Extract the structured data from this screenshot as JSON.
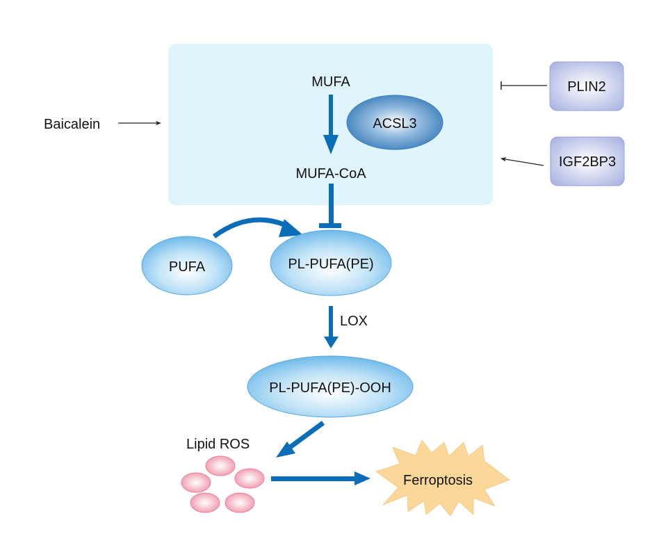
{
  "diagram": {
    "type": "pathway",
    "colors": {
      "membrane_box": "#dff3fb",
      "arrow_blue": "#0a6db8",
      "ellipse_light": "#6fb9e9",
      "ellipse_dark": "#2f74b3",
      "regulator_box": "#b3bde6",
      "ros": "#ef93a6",
      "ferroptosis": "#fbd79a"
    },
    "nodes": {
      "mufa": "MUFA",
      "acsl3": "ACSL3",
      "mufa_coa": "MUFA-CoA",
      "baicalein": "Baicalein",
      "plin2": "PLIN2",
      "igf2bp3": "IGF2BP3",
      "pufa": "PUFA",
      "pl_pufa_pe": "PL-PUFA(PE)",
      "lox": "LOX",
      "pl_pufa_pe_ooh": "PL-PUFA(PE)-OOH",
      "lipid_ros": "Lipid ROS",
      "ferroptosis": "Ferroptosis"
    },
    "edges": [
      {
        "from": "MUFA",
        "to": "MUFA-CoA",
        "type": "activation",
        "mediator": "ACSL3"
      },
      {
        "from": "MUFA-CoA",
        "to": "PL-PUFA(PE)",
        "type": "inhibition"
      },
      {
        "from": "Baicalein",
        "to": "MUFA/ACSL3 compartment",
        "type": "activation"
      },
      {
        "from": "PLIN2",
        "to": "MUFA/ACSL3 compartment",
        "type": "inhibition"
      },
      {
        "from": "IGF2BP3",
        "to": "MUFA/ACSL3 compartment",
        "type": "activation"
      },
      {
        "from": "PUFA",
        "to": "PL-PUFA(PE)",
        "type": "activation"
      },
      {
        "from": "PL-PUFA(PE)",
        "to": "PL-PUFA(PE)-OOH",
        "type": "activation",
        "mediator": "LOX"
      },
      {
        "from": "PL-PUFA(PE)-OOH",
        "to": "Lipid ROS",
        "type": "activation"
      },
      {
        "from": "Lipid ROS",
        "to": "Ferroptosis",
        "type": "activation"
      }
    ]
  }
}
